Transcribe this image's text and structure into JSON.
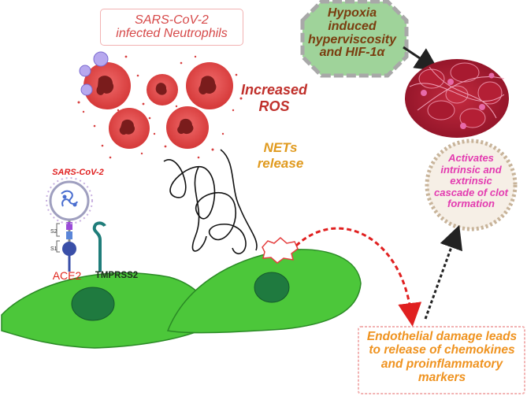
{
  "labels": {
    "infected_line1": "SARS-CoV-2",
    "infected_line2": "infected Neutrophils",
    "ros_line1": "Increased",
    "ros_line2": "ROS",
    "nets_line1": "NETs",
    "nets_line2": "release",
    "hypoxia_line1": "Hypoxia",
    "hypoxia_line2": "induced",
    "hypoxia_line3": "hyperviscosity",
    "hypoxia_line4": "and HIF-1α",
    "activates_line1": "Activates",
    "activates_line2": "intrinsic and",
    "activates_line3": "extrinsic",
    "activates_line4": "cascade of clot",
    "activates_line5": "formation",
    "endo_line1": "Endothelial damage leads",
    "endo_line2": "to release of chemokines",
    "endo_line3": "and proinflammatory",
    "endo_line4": "markers",
    "virus": "SARS-CoV-2",
    "ace2": "ACE2",
    "tmprss2": "TMPRSS2",
    "s2": "S2",
    "s1": "S1"
  },
  "colors": {
    "endothelial_cell": "#4cc73a",
    "nucleus": "#1f7a3f",
    "neutrophil": "#d93a3a",
    "clot": "#a8192e",
    "hypoxia_fill": "#9fd39a",
    "red_arrow": "#e02020",
    "black_arrow": "#222222"
  },
  "icons": [
    "neutrophil-cell-icon",
    "coronavirus-icon",
    "net-strand-icon",
    "blood-clot-icon",
    "ace2-receptor-icon",
    "tmprss2-protease-icon"
  ]
}
